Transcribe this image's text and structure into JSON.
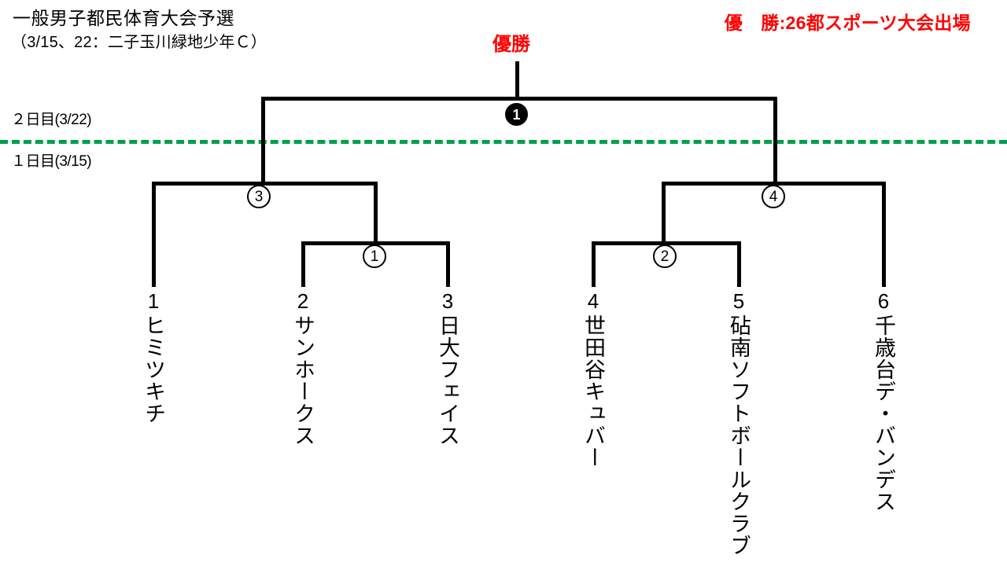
{
  "header": {
    "title": "一般男子都民体育大会予選",
    "subtitle": "（3/15、22：二子玉川緑地少年Ｃ）",
    "prize_note": "優　勝:26都スポーツ大会出場",
    "champion_label": "優勝"
  },
  "day_separator": {
    "day2_label": "２日目(3/22)",
    "day1_label": "１日目(3/15)",
    "line_color": "#00a04a",
    "style": "dashed"
  },
  "bracket": {
    "final": {
      "no": "❶",
      "number": "1",
      "round": "final"
    },
    "semifinals": [
      {
        "no": "③",
        "number": "3",
        "round": "semifinal"
      },
      {
        "no": "④",
        "number": "4",
        "round": "semifinal"
      }
    ],
    "quarterfinals": [
      {
        "no": "①",
        "number": "1",
        "round": "first-round"
      },
      {
        "no": "②",
        "number": "2",
        "round": "first-round"
      }
    ]
  },
  "teams": [
    {
      "seed": "1",
      "name": "ヒミツキチ"
    },
    {
      "seed": "2",
      "name": "サンホークス"
    },
    {
      "seed": "3",
      "name": "日大フェイス"
    },
    {
      "seed": "4",
      "name": "世田谷キュバー"
    },
    {
      "seed": "5",
      "name": "砧南ソフトボールクラブ"
    },
    {
      "seed": "6",
      "name": "千歳台デ・バンデス"
    }
  ],
  "colors": {
    "line": "#000000",
    "accent_red": "#ff0000",
    "separator_green": "#00a04a",
    "background": "#ffffff"
  }
}
